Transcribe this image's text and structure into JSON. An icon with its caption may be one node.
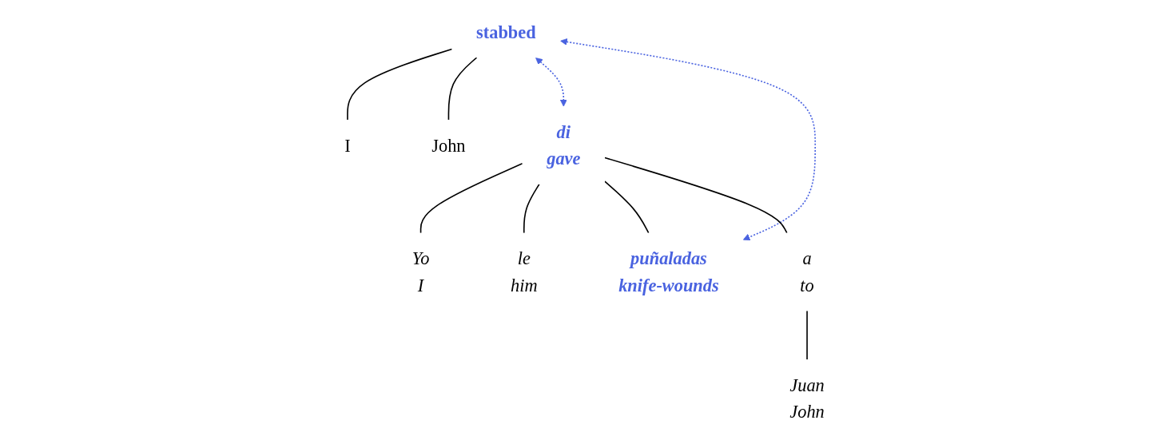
{
  "diagram": {
    "nodes": [
      {
        "text": [
          "stabbed"
        ]
      },
      {
        "text": [
          "I"
        ]
      },
      {
        "text": [
          "John"
        ]
      },
      {
        "text": [
          "di",
          "gave"
        ]
      },
      {
        "text": [
          "Yo",
          "I"
        ]
      },
      {
        "text": [
          "le",
          "him"
        ]
      },
      {
        "text": [
          "puñaladas",
          "knife-wounds"
        ]
      },
      {
        "text": [
          "a",
          "to"
        ]
      },
      {
        "text": [
          "Juan",
          "John"
        ]
      }
    ],
    "edges": [
      {
        "from": 0,
        "to": 1,
        "arrow": "none"
      },
      {
        "from": 0,
        "to": 2,
        "arrow": "none"
      },
      {
        "from": 0,
        "to": 3,
        "arrow": "both",
        "style": "dashed",
        "color": "#4a63e0"
      },
      {
        "from": 0,
        "to": 6,
        "arrow": "both",
        "style": "dashed",
        "color": "#4a63e0"
      },
      {
        "from": 3,
        "to": 4,
        "arrow": "none"
      },
      {
        "from": 3,
        "to": 5,
        "arrow": "none"
      },
      {
        "from": 3,
        "to": 6,
        "arrow": "none"
      },
      {
        "from": 3,
        "to": 7,
        "arrow": "none"
      },
      {
        "from": 7,
        "to": 8,
        "arrow": "none"
      }
    ]
  }
}
